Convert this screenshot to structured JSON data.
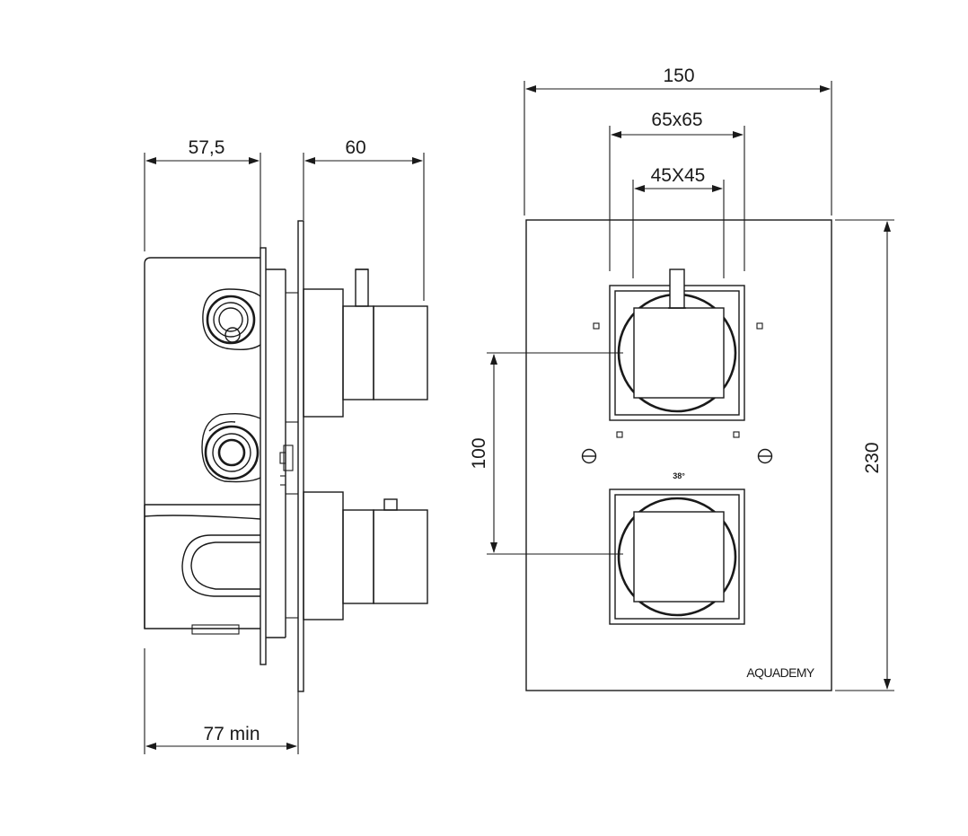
{
  "side_view": {
    "dim_depth_body": "57,5",
    "dim_handle_projection": "60",
    "dim_min_depth": "77 min"
  },
  "front_view": {
    "dim_plate_width": "150",
    "dim_plate_height": "230",
    "dim_knob_spacing": "100",
    "dim_outer_square": "65x65",
    "dim_inner_square": "45X45",
    "temp_mark": "38°",
    "brand": "AQUADEMY"
  }
}
